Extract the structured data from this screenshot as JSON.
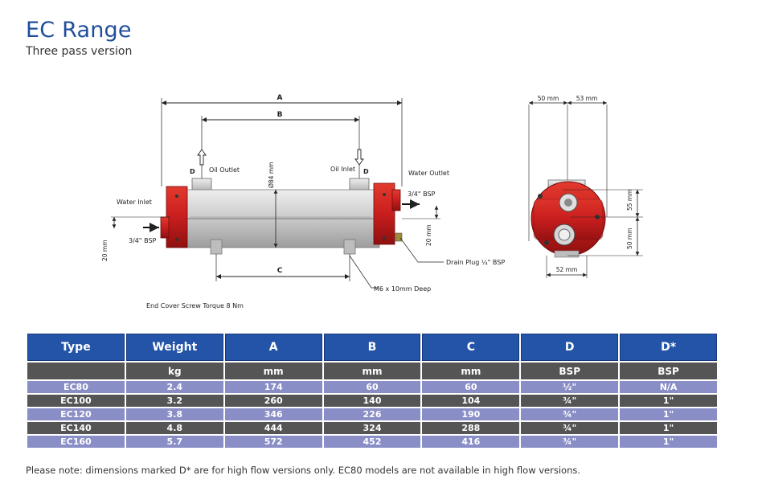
{
  "header": {
    "title": "EC Range",
    "subtitle": "Three pass version"
  },
  "drawing": {
    "dim_a": "A",
    "dim_b": "B",
    "dim_c": "C",
    "oil_outlet": "Oil Outlet",
    "oil_inlet": "Oil Inlet",
    "d_left": "D",
    "d_right": "D",
    "water_outlet": "Water Outlet",
    "water_inlet": "Water Inlet",
    "bsp_right": "3/4\" BSP",
    "bsp_left": "3/4\" BSP",
    "diameter": "Ø84 mm",
    "dim_20_left": "20 mm",
    "dim_20_right": "20 mm",
    "drain_plug": "Drain Plug ¼\" BSP",
    "m6": "M6 x 10mm Deep",
    "torque": "End Cover Screw Torque  8 Nm",
    "side_50_top": "50 mm",
    "side_53_top": "53 mm",
    "side_55": "55 mm",
    "side_50_right": "50 mm",
    "side_52": "52 mm"
  },
  "table": {
    "headers": [
      "Type",
      "Weight",
      "A",
      "B",
      "C",
      "D",
      "D*"
    ],
    "units": [
      "",
      "kg",
      "mm",
      "mm",
      "mm",
      "BSP",
      "BSP"
    ],
    "rows": [
      [
        "EC80",
        "2.4",
        "174",
        "60",
        "60",
        "½\"",
        "N/A"
      ],
      [
        "EC100",
        "3.2",
        "260",
        "140",
        "104",
        "¾\"",
        "1\""
      ],
      [
        "EC120",
        "3.8",
        "346",
        "226",
        "190",
        "¾\"",
        "1\""
      ],
      [
        "EC140",
        "4.8",
        "444",
        "324",
        "288",
        "¾\"",
        "1\""
      ],
      [
        "EC160",
        "5.7",
        "572",
        "452",
        "416",
        "¾\"",
        "1\""
      ]
    ]
  },
  "note": "Please note: dimensions marked D* are for high flow versions only. EC80 models are not available in high flow versions.",
  "colors": {
    "title": "#1f4e9a",
    "header_blue": "#2454a8",
    "row_lavender": "#8a8ec6",
    "row_grey": "#555555",
    "cooler_red": "#c81e1e",
    "cooler_grey": "#cfcfcf"
  }
}
